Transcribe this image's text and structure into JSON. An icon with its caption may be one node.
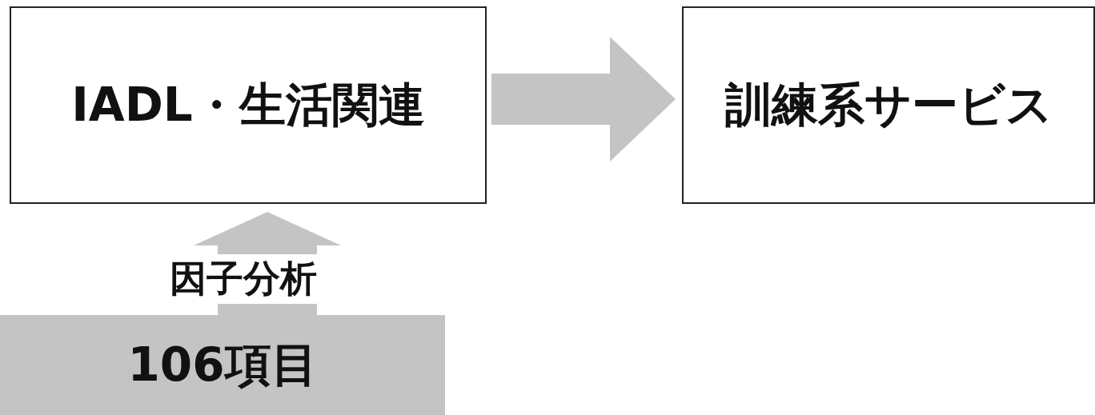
{
  "diagram": {
    "nodes": [
      {
        "text": [
          "IADL・生活関連"
        ]
      },
      {
        "text": [
          "訓練系サービス"
        ]
      },
      {
        "text": [
          "106項目"
        ]
      }
    ],
    "edges": [
      {
        "from": 0,
        "to": 1,
        "arrow": "to"
      },
      {
        "from": 2,
        "to": 0,
        "arrow": "to",
        "label": "因子分析"
      }
    ]
  }
}
